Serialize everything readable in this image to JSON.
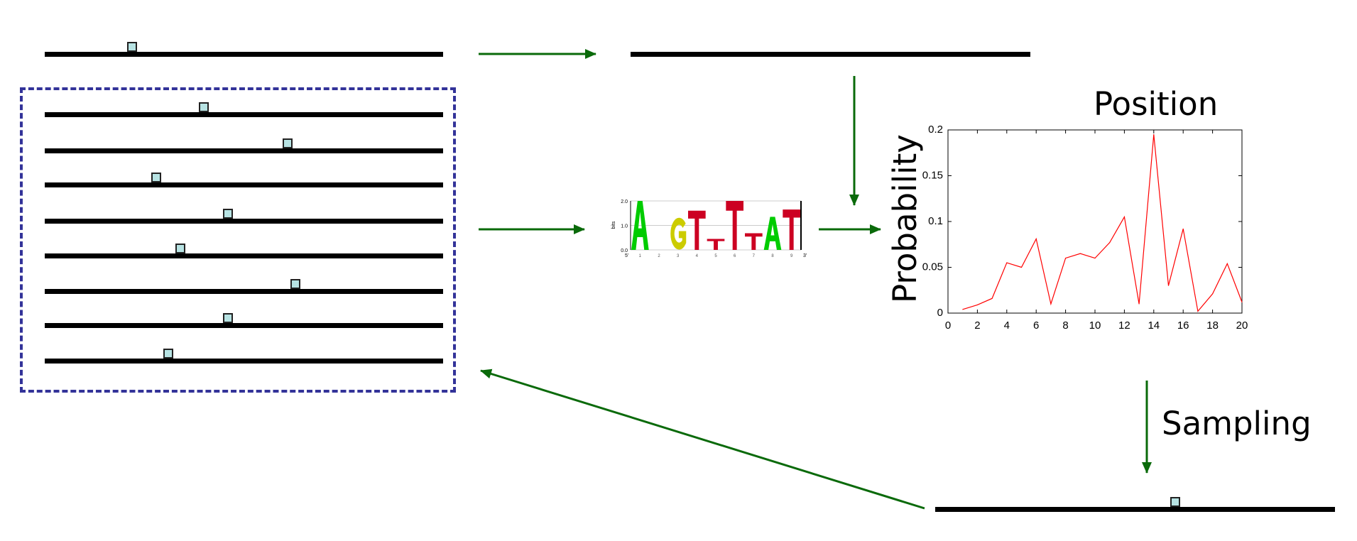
{
  "colors": {
    "arrow": "#0a6a0a",
    "box": "#333399",
    "site": "#b7e3e3",
    "line": "#ff0000"
  },
  "labels": {
    "position": "Position",
    "probability": "Probability",
    "sampling": "Sampling"
  },
  "top_sequence_site": 0.22,
  "sequences_sites": [
    0.4,
    0.61,
    0.28,
    0.46,
    0.34,
    0.63,
    0.46,
    0.31
  ],
  "bottom_sequence_site": 0.6,
  "logo": {
    "ylabel": "bits",
    "yticks": [
      "0.0",
      "1.0",
      "2.0"
    ],
    "end5": "5'",
    "end3": "3'",
    "positions": [
      "1",
      "2",
      "3",
      "4",
      "5",
      "6",
      "7",
      "8",
      "9"
    ],
    "letters": [
      {
        "l": "A",
        "h": 2.0
      },
      {
        "l": "",
        "h": 0
      },
      {
        "l": "G",
        "h": 1.3
      },
      {
        "l": "T",
        "h": 1.6
      },
      {
        "l": "T",
        "h": 0.45
      },
      {
        "l": "T",
        "h": 2.0
      },
      {
        "l": "T",
        "h": 0.68
      },
      {
        "l": "A",
        "h": 1.35
      },
      {
        "l": "T",
        "h": 1.65
      }
    ],
    "letter_colors": {
      "A": "#00cc00",
      "G": "#cccc00",
      "T": "#cc0022",
      "C": "#0000cc"
    }
  },
  "chart_data": {
    "type": "line",
    "title": "Position",
    "xlabel": "",
    "ylabel": "Probability",
    "x": [
      1,
      2,
      3,
      4,
      5,
      6,
      7,
      8,
      9,
      10,
      11,
      12,
      13,
      14,
      15,
      16,
      17,
      18,
      19,
      20
    ],
    "values": [
      0.004,
      0.009,
      0.016,
      0.055,
      0.05,
      0.081,
      0.01,
      0.06,
      0.065,
      0.06,
      0.077,
      0.105,
      0.01,
      0.195,
      0.03,
      0.092,
      0.002,
      0.021,
      0.054,
      0.012
    ],
    "xlim": [
      0,
      20
    ],
    "ylim": [
      0,
      0.2
    ],
    "xticks": [
      "0",
      "2",
      "4",
      "6",
      "8",
      "10",
      "12",
      "14",
      "16",
      "18",
      "20"
    ],
    "yticks": [
      "0",
      "0.05",
      "0.1",
      "0.15",
      "0.2"
    ]
  }
}
